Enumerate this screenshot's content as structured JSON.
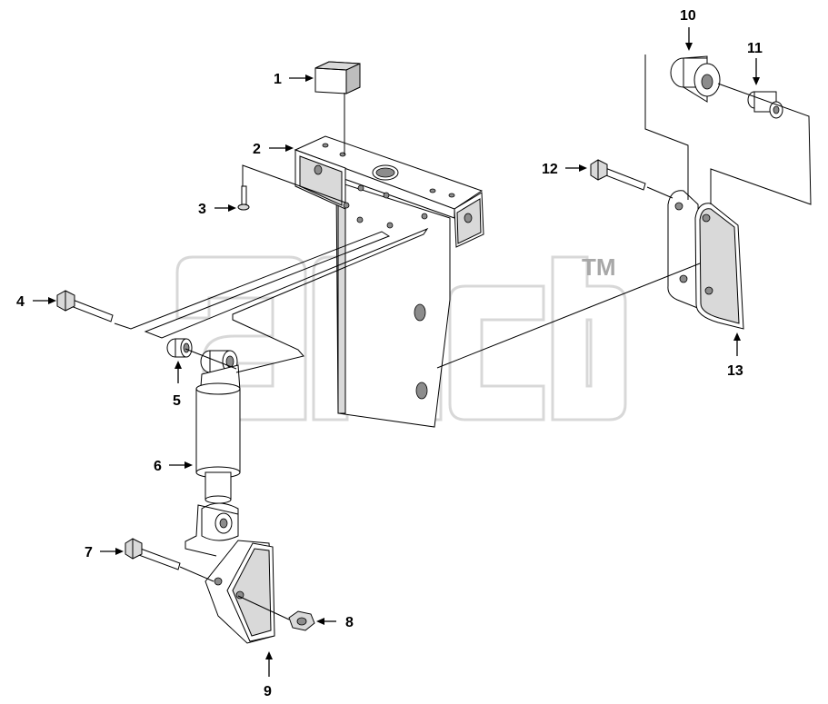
{
  "callouts": [
    "1",
    "2",
    "3",
    "4",
    "5",
    "6",
    "7",
    "8",
    "9",
    "10",
    "11",
    "12",
    "13"
  ],
  "watermark": {
    "tm": "TM"
  }
}
